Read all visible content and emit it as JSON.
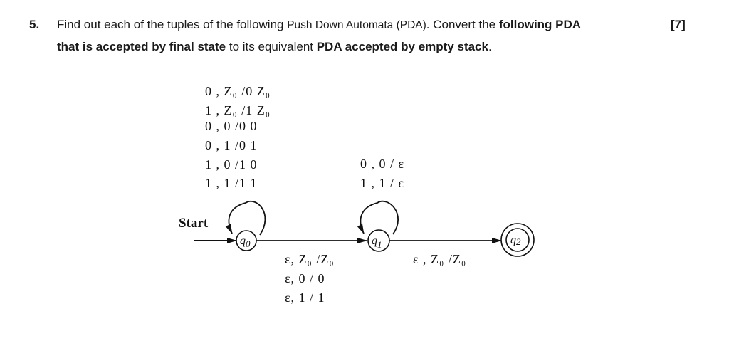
{
  "question": {
    "number": "5.",
    "marks": "[7]",
    "line1": [
      {
        "text": "Find out each of the tuples of the following ",
        "style": "normal"
      },
      {
        "text": "Push Down Automata (PDA)",
        "style": "small"
      },
      {
        "text": ". Convert the ",
        "style": "normal"
      },
      {
        "text": "following PDA",
        "style": "bold"
      }
    ],
    "line2": [
      {
        "text": "that is accepted by final state",
        "style": "bold"
      },
      {
        "text": " to its equivalent ",
        "style": "normal"
      },
      {
        "text": "PDA accepted by empty stack",
        "style": "bold"
      },
      {
        "text": ".",
        "style": "normal"
      }
    ]
  },
  "diagram": {
    "start_label": "Start",
    "states": [
      {
        "id": "q0",
        "name": "q",
        "sub": "0",
        "accepting": false,
        "initial": true
      },
      {
        "id": "q1",
        "name": "q",
        "sub": "1",
        "accepting": false,
        "initial": false
      },
      {
        "id": "q2",
        "name": "q",
        "sub": "2",
        "accepting": true,
        "initial": false
      }
    ],
    "transitions": {
      "q0_loop": [
        "0 , Z₀ /0 Z₀",
        "1 , Z₀ /1 Z₀",
        "0 , 0 /0 0",
        "0 , 1 /0 1",
        "1 , 0 /1 0",
        "1 , 1 /1 1"
      ],
      "q1_loop": [
        "0 , 0 / ε",
        "1 , 1 / ε"
      ],
      "q0_to_q1": [
        "ε, Z₀ /Z₀",
        "ε, 0 / 0",
        "ε, 1 / 1"
      ],
      "q1_to_q2": [
        "ε , Z₀ /Z₀"
      ]
    }
  }
}
